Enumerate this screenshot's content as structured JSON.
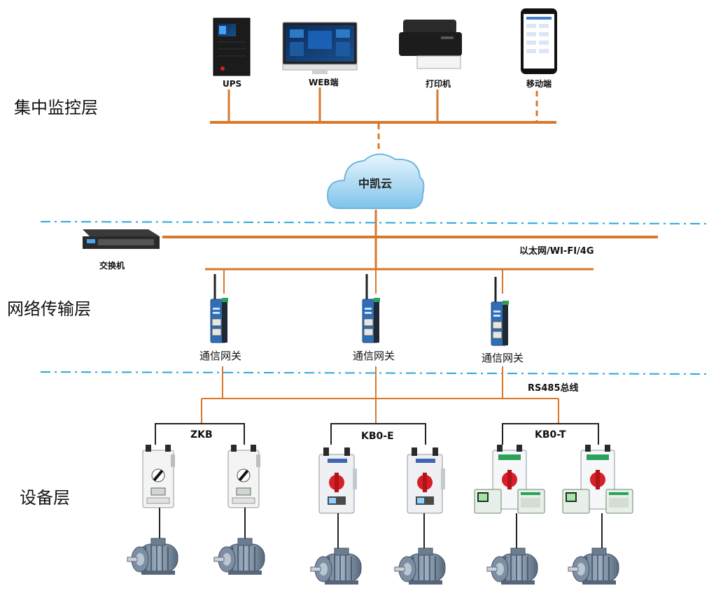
{
  "layers": {
    "central": "集中监控层",
    "network": "网络传输层",
    "device": "设备层"
  },
  "top_devices": {
    "ups": "UPS",
    "web": "WEB端",
    "printer": "打印机",
    "mobile": "移动端"
  },
  "cloud": "中凯云",
  "switch": "交换机",
  "ethernet_label": "以太网/WI-FI/4G",
  "gateway_label": "通信网关",
  "rs485_label": "RS485总线",
  "groups": [
    "ZKB",
    "KB0-E",
    "KB0-T"
  ],
  "colors": {
    "bus": "#d9782a",
    "divider": "#2aa7d8",
    "gateway": "#2f6db5",
    "motor": "#6f8296"
  }
}
